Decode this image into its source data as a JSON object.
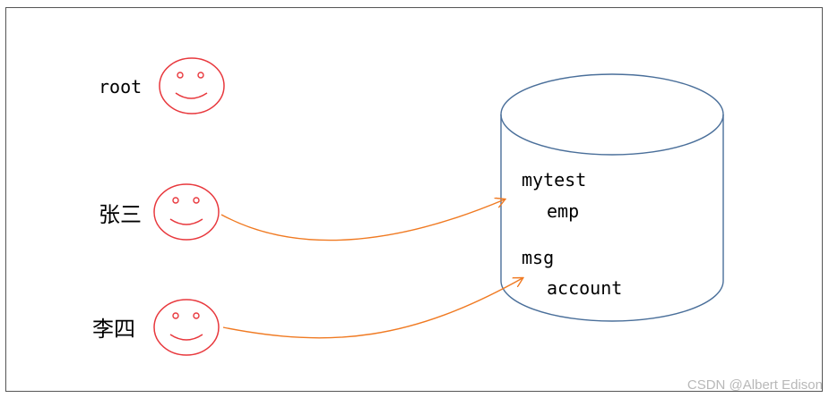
{
  "users": [
    {
      "id": "root",
      "label": "root"
    },
    {
      "id": "zhangsan",
      "label": "张三"
    },
    {
      "id": "lisi",
      "label": "李四"
    }
  ],
  "database": {
    "schemas": [
      {
        "name": "mytest",
        "tables": [
          "emp"
        ]
      },
      {
        "name": "msg",
        "tables": [
          "account"
        ]
      }
    ]
  },
  "access": [
    {
      "user": "张三",
      "schema": "mytest"
    },
    {
      "user": "李四",
      "schema": "msg"
    }
  ],
  "watermark": "CSDN @Albert Edison",
  "colors": {
    "face": "#e8383d",
    "arrow": "#f07a22",
    "cylinder": "#4a6f9a",
    "frame": "#555555"
  }
}
